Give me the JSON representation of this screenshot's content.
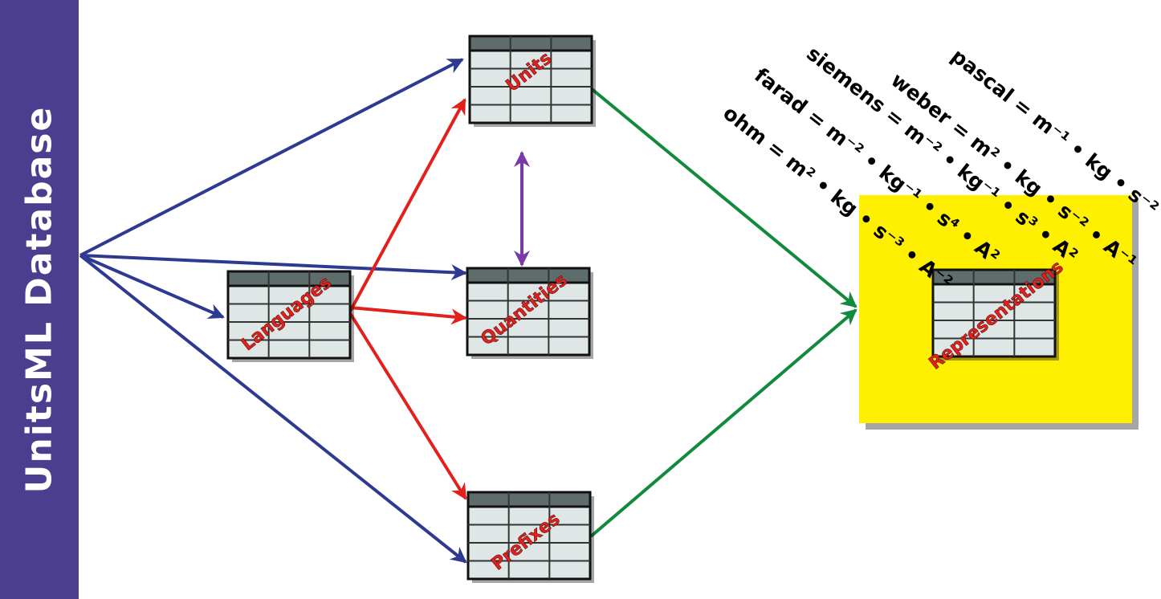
{
  "sidebar": {
    "title": "UnitsML Database"
  },
  "tables": {
    "units": "Units",
    "quantities": "Quantities",
    "languages": "Languages",
    "prefixes": "Prefixes",
    "representations": "Representations"
  },
  "formulas": {
    "pascal": "pascal = m⁻¹ • kg • s⁻²",
    "weber": "weber = m² • kg • s⁻² • A⁻¹",
    "siemens": "siemens = m⁻² • kg⁻¹ • s³ • A²",
    "farad": "farad = m⁻² • kg⁻¹ • s⁴ • A²",
    "ohm": "ohm = m² • kg • s⁻³ • A⁻²"
  },
  "colors": {
    "sidebar": "#4b3e8e",
    "blue_arrow": "#2e3a92",
    "red_arrow": "#e2211c",
    "green_arrow": "#128a3c",
    "purple_arrow": "#7a3ba8",
    "highlight": "#ffef00",
    "table_header": "#5e6c6c",
    "table_cell": "#dfe6e6"
  }
}
